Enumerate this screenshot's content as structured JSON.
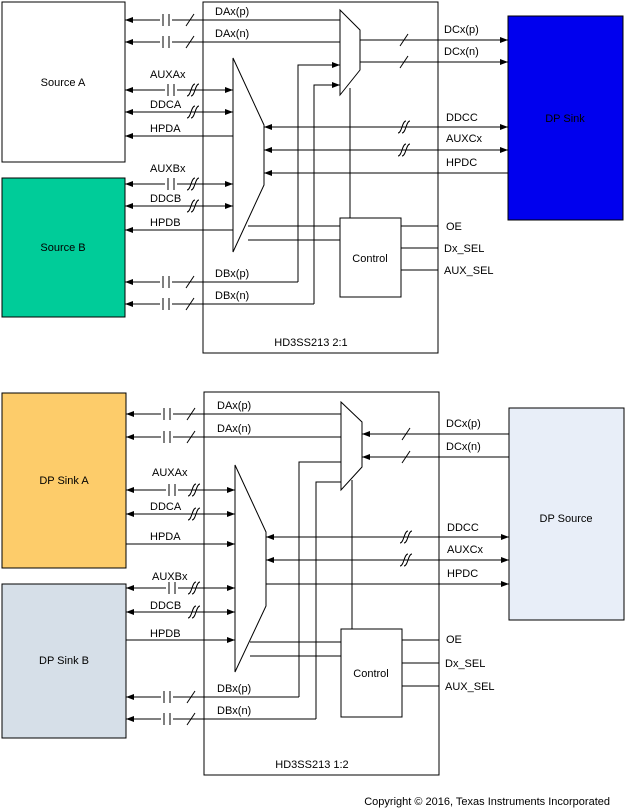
{
  "top": {
    "source_a": "Source A",
    "source_b": "Source B",
    "sink": "DP Sink",
    "chip": "HD3SS213  2:1",
    "control": "Control",
    "labels": {
      "dax_p": "DAx(p)",
      "dax_n": "DAx(n)",
      "auxax": "AUXAx",
      "ddca": "DDCA",
      "hpda": "HPDA",
      "auxbx": "AUXBx",
      "ddcb": "DDCB",
      "hpdb": "HPDB",
      "dbx_p": "DBx(p)",
      "dbx_n": "DBx(n)",
      "dcx_p": "DCx(p)",
      "dcx_n": "DCx(n)",
      "ddcc": "DDCC",
      "auxcx": "AUXCx",
      "hpdc": "HPDC",
      "oe": "OE",
      "dx_sel": "Dx_SEL",
      "aux_sel": "AUX_SEL"
    },
    "colors": {
      "source_a": "#ffffff",
      "source_b": "#00cc99",
      "sink": "#0000ee"
    }
  },
  "bottom": {
    "sink_a": "DP Sink A",
    "sink_b": "DP Sink B",
    "source": "DP Source",
    "chip": "HD3SS213  1:2",
    "control": "Control",
    "labels": {
      "dax_p": "DAx(p)",
      "dax_n": "DAx(n)",
      "auxax": "AUXAx",
      "ddca": "DDCA",
      "hpda": "HPDA",
      "auxbx": "AUXBx",
      "ddcb": "DDCB",
      "hpdb": "HPDB",
      "dbx_p": "DBx(p)",
      "dbx_n": "DBx(n)",
      "dcx_p": "DCx(p)",
      "dcx_n": "DCx(n)",
      "ddcc": "DDCC",
      "auxcx": "AUXCx",
      "hpdc": "HPDC",
      "oe": "OE",
      "dx_sel": "Dx_SEL",
      "aux_sel": "AUX_SEL"
    },
    "colors": {
      "sink_a": "#fdcc6a",
      "sink_b": "#d6dfe8",
      "source": "#e8eef8"
    }
  },
  "copyright": "Copyright © 2016, Texas Instruments Incorporated"
}
